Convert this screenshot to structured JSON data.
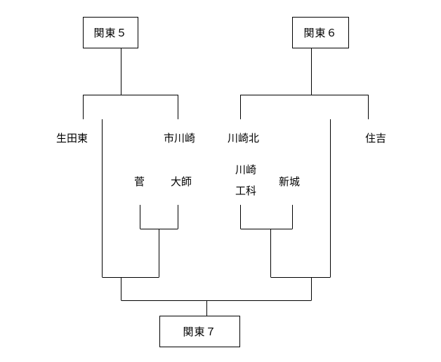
{
  "boxes": {
    "kanto5": "関東５",
    "kanto6": "関東６",
    "kanto7": "関東７"
  },
  "teams": {
    "ikutahigashi": "生田東",
    "ichikawasaki": "市川崎",
    "suga": "菅",
    "daishi": "大師",
    "kawasakikita": "川崎北",
    "kawasaki_kouka_line1": "川崎",
    "kawasaki_kouka_line2": "工科",
    "shinjo": "新城",
    "sumiyoshi": "住吉"
  },
  "colors": {
    "line": "#000000",
    "background": "#ffffff"
  }
}
